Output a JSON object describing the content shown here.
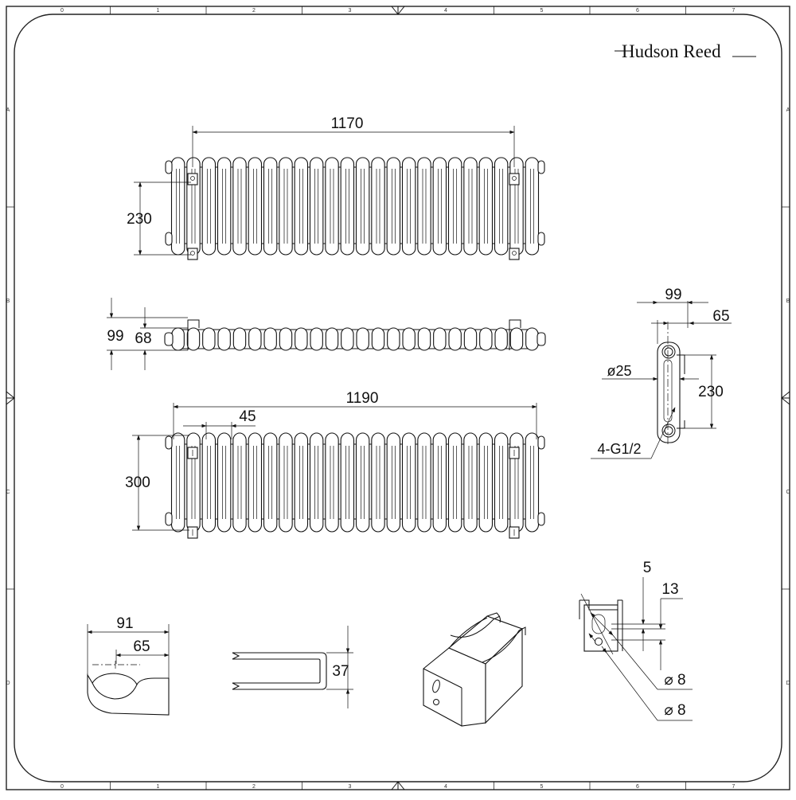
{
  "brand": {
    "name": "Hudson Reed"
  },
  "grid": {
    "columns": [
      "0",
      "1",
      "2",
      "3",
      "4",
      "5",
      "6",
      "7"
    ],
    "rows": [
      "A",
      "B",
      "C",
      "D"
    ]
  },
  "dimensions": {
    "top_width": "1170",
    "top_height": "230",
    "side_depth_outer": "99",
    "side_depth_inner": "68",
    "front_width": "1190",
    "section_pitch": "45",
    "front_height": "300",
    "end_depth": "99",
    "end_offset": "65",
    "pipe_dia": "ø25",
    "end_centres": "230",
    "connections": "4-G1/2",
    "bracket_width": "91",
    "bracket_inner": "65",
    "clip_height": "37",
    "bracket_gap": "5",
    "bracket_offset": "13",
    "hole_dia_1": "⌀ 8",
    "hole_dia_2": "⌀ 8"
  },
  "drawing": {
    "sections": 24,
    "views": [
      "top-elevation",
      "plan-view",
      "front-elevation",
      "end-view",
      "bracket-side",
      "clip-side",
      "bracket-iso",
      "bracket-detail"
    ]
  }
}
